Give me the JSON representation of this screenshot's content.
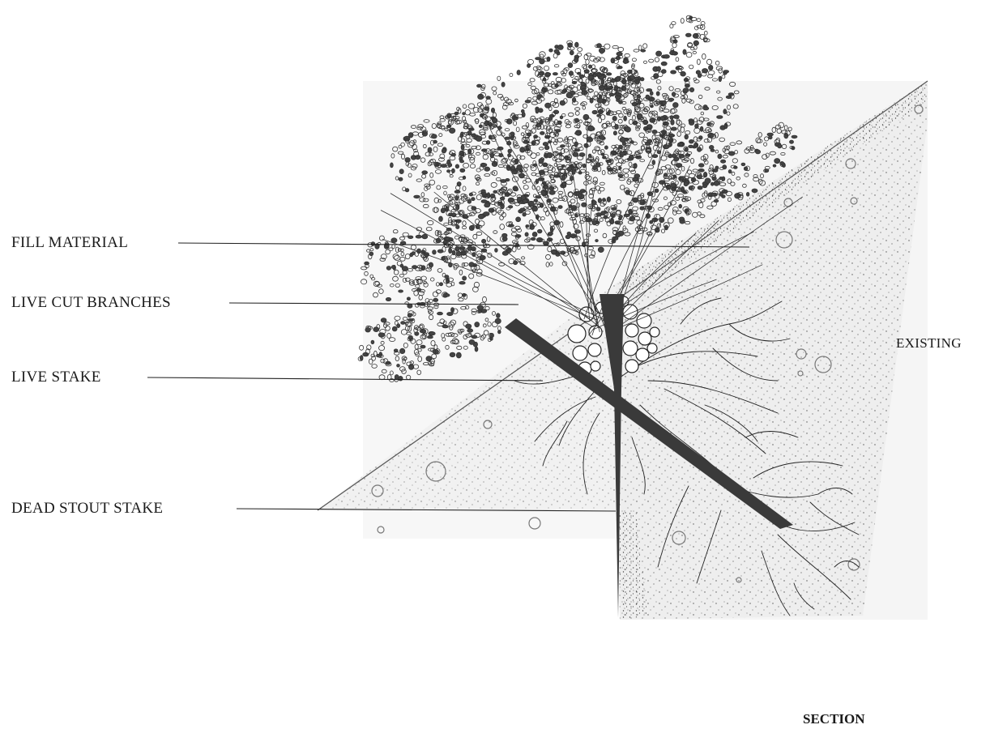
{
  "labels": {
    "fill_material": "FILL MATERIAL",
    "live_cut_branches": "LIVE CUT BRANCHES",
    "live_stake": "LIVE STAKE",
    "dead_stout_stake": "DEAD STOUT STAKE",
    "existing": "EXISTING",
    "section": "SECTION"
  }
}
